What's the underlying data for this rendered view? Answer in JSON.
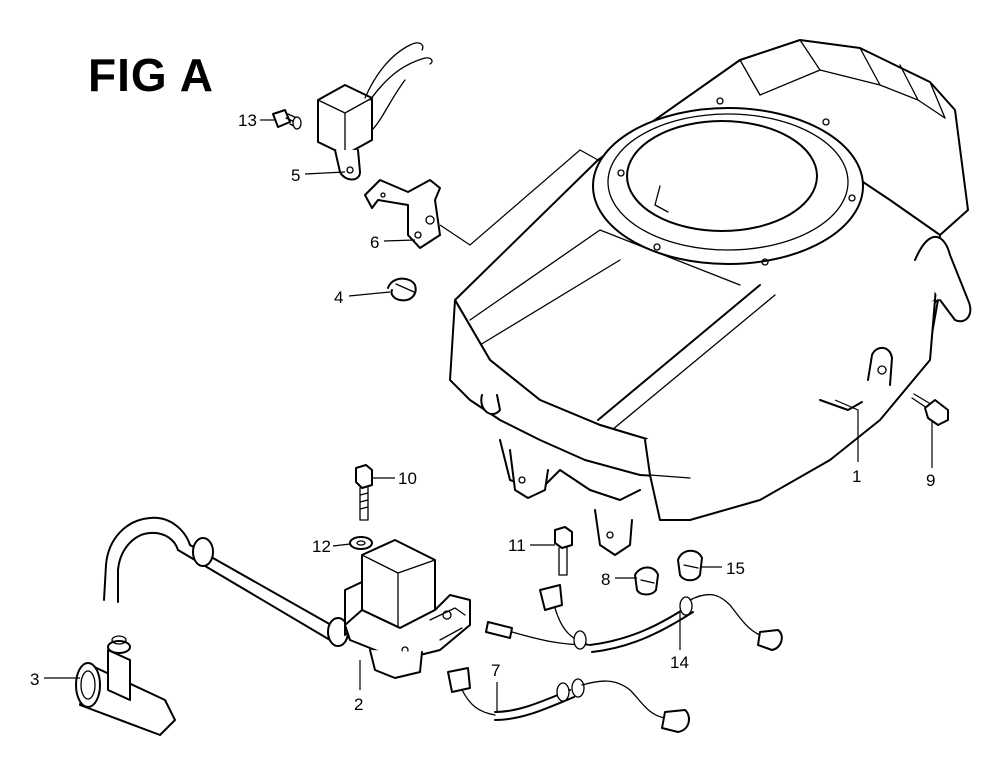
{
  "figure": {
    "title": "FIG A"
  },
  "callouts": [
    {
      "id": "1",
      "label": "1"
    },
    {
      "id": "2",
      "label": "2"
    },
    {
      "id": "3",
      "label": "3"
    },
    {
      "id": "4",
      "label": "4"
    },
    {
      "id": "5",
      "label": "5"
    },
    {
      "id": "6",
      "label": "6"
    },
    {
      "id": "7",
      "label": "7"
    },
    {
      "id": "8",
      "label": "8"
    },
    {
      "id": "9",
      "label": "9"
    },
    {
      "id": "10",
      "label": "10"
    },
    {
      "id": "11",
      "label": "11"
    },
    {
      "id": "12",
      "label": "12"
    },
    {
      "id": "13",
      "label": "13"
    },
    {
      "id": "14",
      "label": "14"
    },
    {
      "id": "15",
      "label": "15"
    }
  ]
}
